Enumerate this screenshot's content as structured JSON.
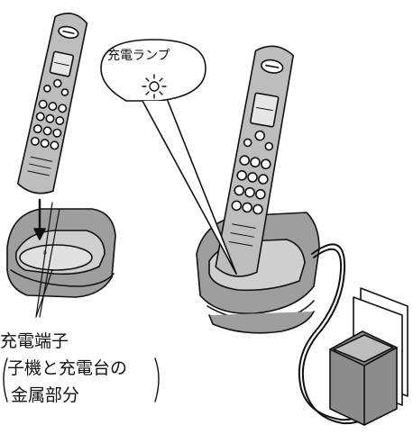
{
  "callouts": {
    "charge_lamp": "充電ランプ",
    "charge_terminal": "充電端子",
    "terminal_detail_line1": "子機と充電台の",
    "terminal_detail_line2": "金属部分"
  },
  "colors": {
    "line": "#111111",
    "body_fill": "#bdbdbd",
    "cradle_fill": "#9e9e9e",
    "adapter_fill": "#8c8c8c",
    "screen_fill": "#e6e6e6",
    "background": "#ffffff"
  },
  "icons": [
    "handset-icon",
    "charger-base-icon",
    "ac-adapter-icon",
    "lamp-glow-icon",
    "down-arrow-icon"
  ]
}
